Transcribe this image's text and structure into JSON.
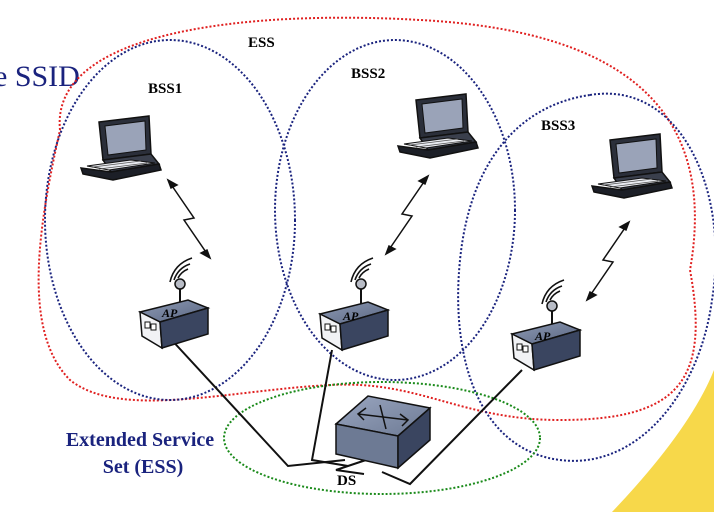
{
  "texts": {
    "ssid_fragment": "e SSID",
    "ess": "ESS",
    "bss1": "BSS1",
    "bss2": "BSS2",
    "bss3": "BSS3",
    "ap": "AP",
    "extended_service_line1": "Extended Service",
    "extended_service_line2": "Set (ESS)",
    "ds": "DS"
  },
  "colors": {
    "ess_ring": "#e02020",
    "bss_ring": "#1a237e",
    "ds_ring": "#1a8a1a",
    "device_fill": "#6d7a94",
    "device_top": "#8d9ab4",
    "device_dark": "#3a4560",
    "title_blue": "#1a237e",
    "accent_yellow": "#f7d84a"
  },
  "icons": [
    "laptop-icon",
    "access-point-icon",
    "radio-waves-icon",
    "wireless-link-icon",
    "switch-icon"
  ]
}
